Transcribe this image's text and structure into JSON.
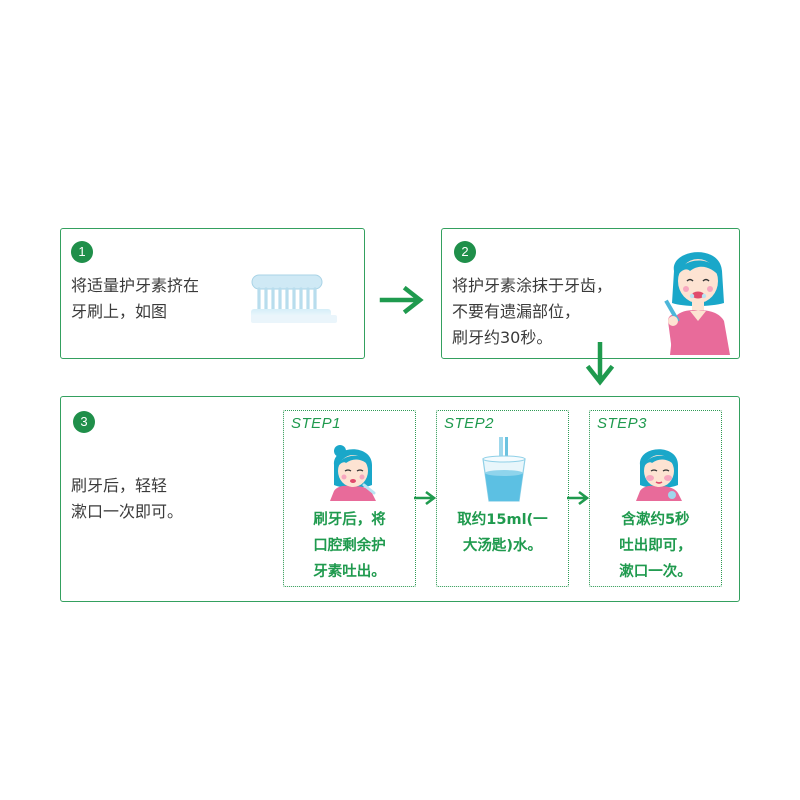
{
  "steps": [
    {
      "number": "1",
      "lines": [
        "将适量护牙素挤在",
        "牙刷上，如图"
      ]
    },
    {
      "number": "2",
      "lines": [
        "将护牙素涂抹于牙齿，",
        "不要有遗漏部位，",
        "刷牙约30秒。"
      ]
    },
    {
      "number": "3",
      "lines": [
        "刷牙后，轻轻",
        "漱口一次即可。"
      ]
    }
  ],
  "substeps": [
    {
      "title": "STEP1",
      "lines": [
        "刷牙后，将",
        "口腔剩余护",
        "牙素吐出。"
      ]
    },
    {
      "title": "STEP2",
      "lines": [
        "取约15ml(一",
        "大汤匙)水。"
      ]
    },
    {
      "title": "STEP3",
      "lines": [
        "含漱约5秒",
        "吐出即可，",
        "漱口一次。"
      ]
    }
  ],
  "icons": {
    "toothbrush": "toothbrush-icon",
    "girl_brushing": "girl-brushing-icon",
    "girl_spitting": "girl-spitting-icon",
    "cup": "water-cup-icon",
    "girl_rinsing": "girl-rinsing-icon",
    "arrow_right": "arrow-right-icon",
    "arrow_down": "arrow-down-icon"
  },
  "colors": {
    "accent": "#1f9a4e",
    "border": "#34a05f",
    "number_bg": "#1f8f4a",
    "skin": "#fde3d2",
    "hair": "#1aa7c9",
    "shirt": "#e86b9a"
  }
}
